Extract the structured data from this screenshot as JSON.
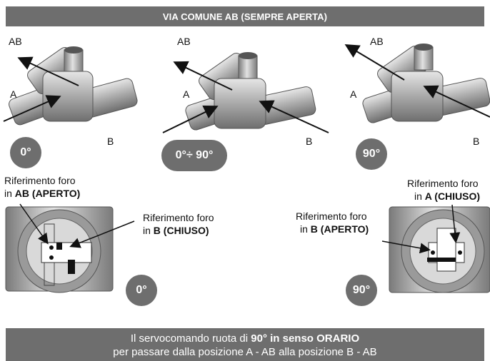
{
  "header": {
    "title": "VIA COMUNE AB (SEMPRE APERTA)"
  },
  "ports": {
    "ab": "AB",
    "a": "A",
    "b": "B"
  },
  "badges": {
    "zero": "0°",
    "range": "0°÷ 90°",
    "ninety": "90°"
  },
  "references": {
    "left_top": {
      "line1": "Riferimento foro",
      "prefix": "in ",
      "bold": "AB (APERTO)"
    },
    "left_right": {
      "line1": "Riferimento foro",
      "prefix": "in ",
      "bold": "B (CHIUSO)"
    },
    "right_top": {
      "line1": "Riferimento foro",
      "prefix": "in ",
      "bold": "A (CHIUSO)"
    },
    "right_left": {
      "line1": "Riferimento foro",
      "prefix": "in ",
      "bold": "B (APERTO)"
    }
  },
  "footer": {
    "line1_prefix": "Il servocomando ruota di ",
    "line1_bold": "90° in senso ORARIO",
    "line2": "per passare dalla posizione A - AB alla posizione B - AB"
  },
  "colors": {
    "header_bg": "#6e6e6e",
    "metal": "#b8b8b8",
    "metal_dark": "#7a7a7a"
  }
}
